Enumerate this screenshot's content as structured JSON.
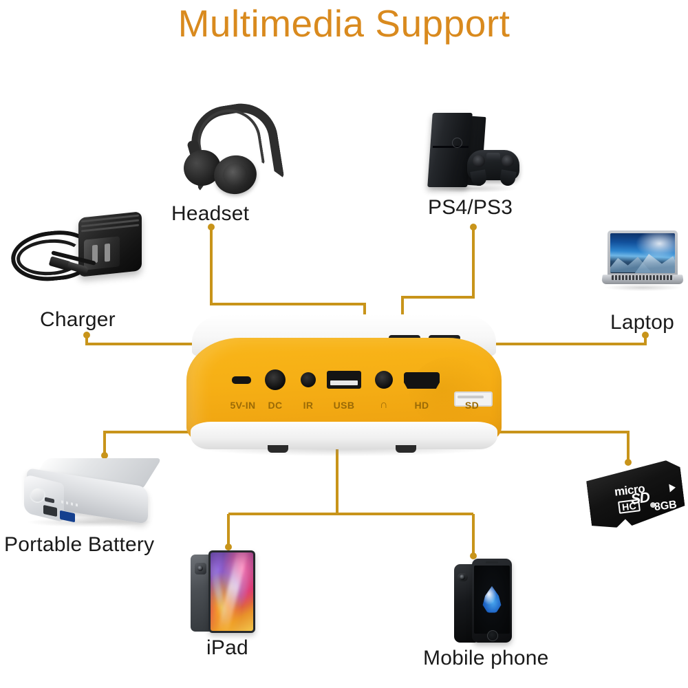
{
  "page": {
    "title": "Multimedia Support",
    "title_color": "#D98A1E",
    "background_color": "#ffffff",
    "wire_color": "#C8941A"
  },
  "projector": {
    "name": "mini projector rear panel",
    "body_color": "#F6AF15",
    "top_color": "#f7f7f7",
    "ports": [
      {
        "id": "5v-in",
        "label": "5V-IN",
        "type": "micro-usb-port"
      },
      {
        "id": "dc",
        "label": "DC",
        "type": "dc-barrel-port"
      },
      {
        "id": "ir",
        "label": "IR",
        "type": "ir-receiver"
      },
      {
        "id": "usb",
        "label": "USB",
        "type": "usb-a-port"
      },
      {
        "id": "phones",
        "label": "∩",
        "type": "headphone-jack"
      },
      {
        "id": "hd",
        "label": "HD",
        "type": "hdmi-port"
      },
      {
        "id": "sd",
        "label": "SD",
        "type": "sd-card-slot"
      }
    ]
  },
  "devices": [
    {
      "id": "charger",
      "label": "Charger",
      "connects_to": "5V-IN",
      "icon": "ac-power-adapter-icon"
    },
    {
      "id": "headset",
      "label": "Headset",
      "connects_to": "∩",
      "icon": "over-ear-headphones-icon"
    },
    {
      "id": "ps4",
      "label": "PS4/PS3",
      "connects_to": "HD",
      "icon": "game-console-icon"
    },
    {
      "id": "laptop",
      "label": "Laptop",
      "connects_to": "HD",
      "icon": "laptop-icon"
    },
    {
      "id": "battery",
      "label": "Portable Battery",
      "connects_to": "DC",
      "icon": "power-bank-icon"
    },
    {
      "id": "ipad",
      "label": "iPad",
      "connects_to": "USB",
      "icon": "tablet-icon"
    },
    {
      "id": "phone",
      "label": "Mobile phone",
      "connects_to": "USB",
      "icon": "smartphone-icon"
    },
    {
      "id": "sdcard",
      "label": "",
      "connects_to": "SD",
      "icon": "microsd-card-icon"
    }
  ],
  "sdcard": {
    "brand_micro": "micro",
    "brand_sd": "SD",
    "speed_class": "HC",
    "capacity": "8GB"
  }
}
